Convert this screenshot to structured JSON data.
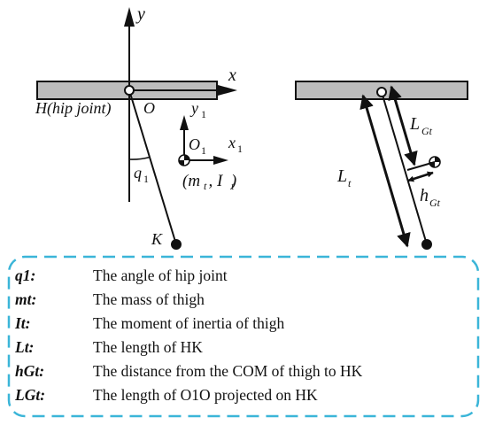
{
  "left_diagram": {
    "axis_y": "y",
    "axis_x": "x",
    "hip_label": "H(hip joint)",
    "origin_label": "O",
    "angle_label": "q",
    "angle_sub": "1",
    "y1_label": "y",
    "y1_sub": "1",
    "x1_label": "x",
    "x1_sub": "1",
    "o1_label": "O",
    "o1_sub": "1",
    "mass_inertia_label": "(m  , I  )",
    "mass_sub": "t",
    "inertia_sub": "t",
    "knee_label": "K"
  },
  "right_diagram": {
    "lt_label": "L",
    "lt_sub": "t",
    "lgt_label": "L",
    "lgt_sub": "Gt",
    "hgt_label": "h",
    "hgt_sub": "Gt"
  },
  "legend": [
    {
      "symbol": "q1:",
      "description": "The angle of hip joint"
    },
    {
      "symbol": "mt:",
      "description": "The mass of thigh"
    },
    {
      "symbol": "It:",
      "description": "The moment of inertia of thigh"
    },
    {
      "symbol": "Lt:",
      "description": "The length of HK"
    },
    {
      "symbol": "hGt:",
      "description": "The distance from the COM of thigh to HK"
    },
    {
      "symbol": "LGt:",
      "description": "The length of O1O projected on HK"
    }
  ],
  "colors": {
    "bar_fill": "#bdbdbd",
    "legend_border": "#3bb5d8",
    "ink": "#111111"
  }
}
